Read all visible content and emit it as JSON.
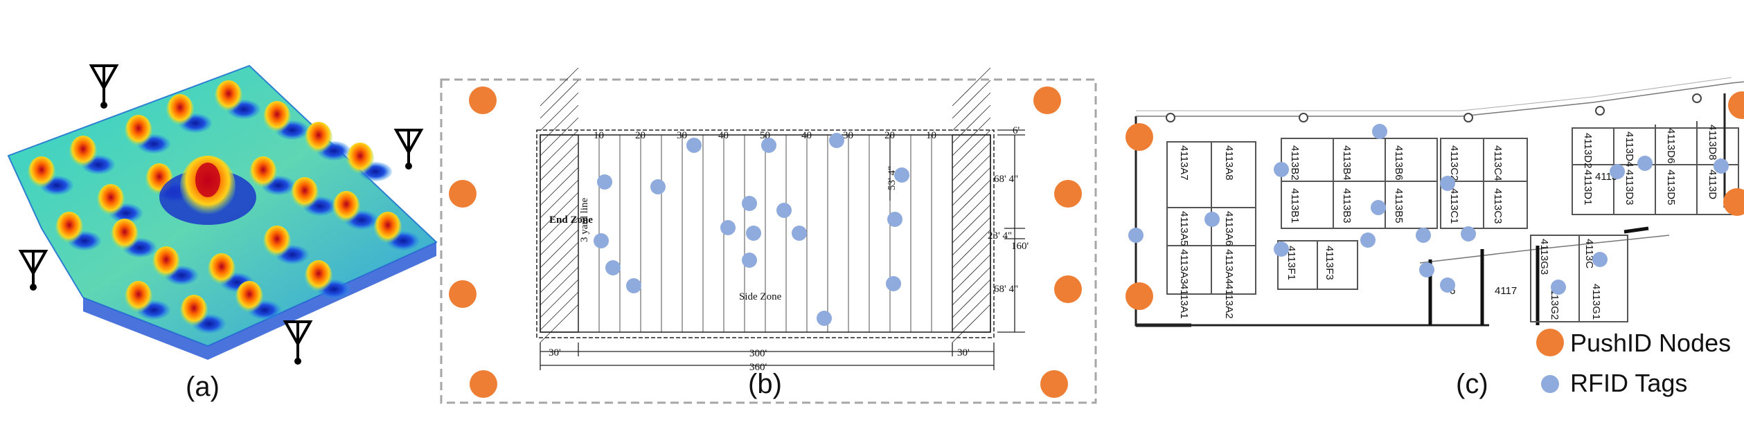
{
  "colors": {
    "pushid": "#EE7E33",
    "rfid": "#8FAADC"
  },
  "captions": {
    "a": "(a)",
    "b": "(b)",
    "c": "(c)"
  },
  "legend": {
    "pushid_label": "PushID Nodes",
    "rfid_label": "RFID Tags"
  },
  "field": {
    "yard_numbers": [
      "10",
      "20",
      "30",
      "40",
      "50",
      "40",
      "30",
      "20",
      "10"
    ],
    "end_zone": "End Zone",
    "three_yard_line": "3 yard line",
    "side_zone": "Side Zone",
    "dim_6": "6'",
    "dim_68_top": "68' 4\"",
    "dim_23": "23' 4\"",
    "dim_160": "160'",
    "dim_68_bottom": "68' 4\"",
    "dim_53": "53' 4\"",
    "dim_30_left": "30'",
    "dim_300": "300'",
    "dim_30_right": "30'",
    "dim_360": "360'"
  },
  "floor": {
    "rooms": [
      "4113A7",
      "4113A8",
      "4113A5",
      "4113A6",
      "4113A3",
      "4113A4",
      "4113A1",
      "4113A2",
      "4113B2",
      "4113B4",
      "4113B6",
      "4113B1",
      "4113B3",
      "4113B5",
      "4113C2",
      "4113C4",
      "4113C1",
      "4113C3",
      "4113F1",
      "4113F3",
      "4113",
      "4113D2",
      "4113D4",
      "4113D6",
      "4113D8",
      "4113D1",
      "4113D3",
      "4113D5",
      "4113D",
      "6",
      "4117",
      "4113G3",
      "4113G2",
      "4113C",
      "4113G1"
    ]
  }
}
